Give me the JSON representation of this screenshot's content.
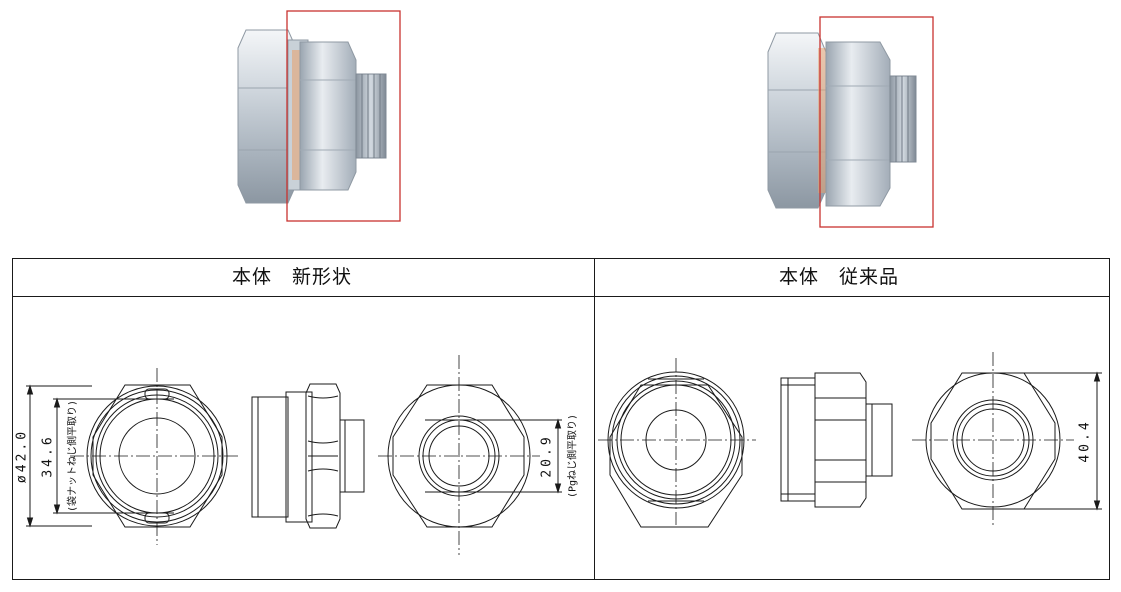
{
  "table": {
    "left_header": "本体　新形状",
    "right_header": "本体　従来品"
  },
  "dimensions": {
    "outer_dia": "ø42.0",
    "nut_thread": "34.6",
    "nut_thread_note": "(袋ナットねじ側平取り)",
    "pg_thread": "20.9",
    "pg_thread_note": "(Pgねじ側平取り)",
    "height_old": "40.4"
  },
  "colors": {
    "line": "#1a1a1a",
    "highlight_box": "#c8322f",
    "steel_light": "#dfe5eb",
    "steel_mid": "#b3bdc7",
    "steel_dark": "#7d8894"
  }
}
